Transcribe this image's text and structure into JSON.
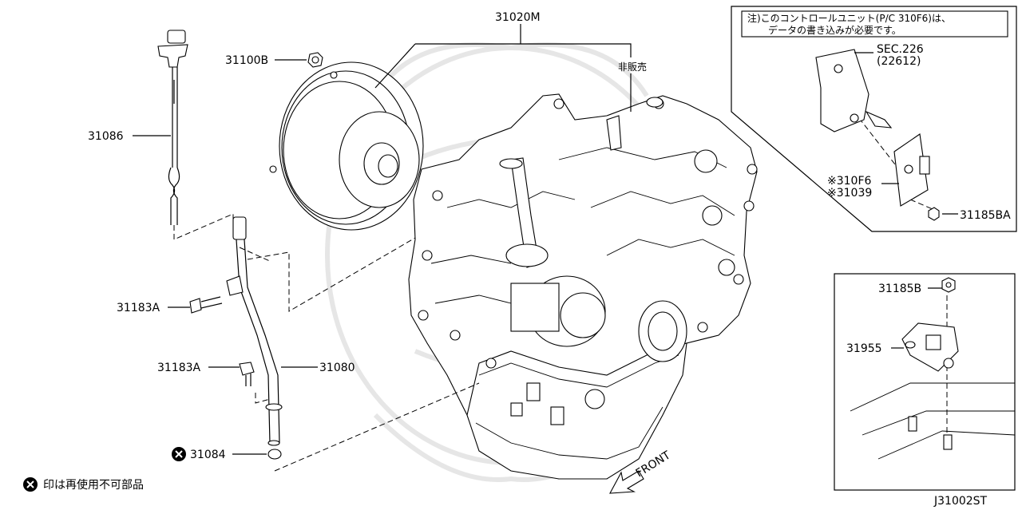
{
  "labels": {
    "p31020M": "31020M",
    "p31100B": "31100B",
    "not_sold": "非販売",
    "p31086": "31086",
    "p31183A_1": "31183A",
    "p31183A_2": "31183A",
    "p31080": "31080",
    "p31084": "31084",
    "note_line1": "注)このコントロールユニット(P/C 310F6)は、",
    "note_line2": "データの書き込みが必要です。",
    "sec_ref": "SEC.226",
    "sec_sub": "(22612)",
    "p310F6": "※310F6",
    "p31039": "※31039",
    "p31185BA": "31185BA",
    "p31185B": "31185B",
    "p31955": "31955",
    "front": "FRONT",
    "legend_text": "印は再使用不可部品",
    "diagram_code": "J31002ST"
  },
  "icons": {
    "non_reusable": "circled-x-icon",
    "front_arrow": "front-arrow-icon"
  }
}
